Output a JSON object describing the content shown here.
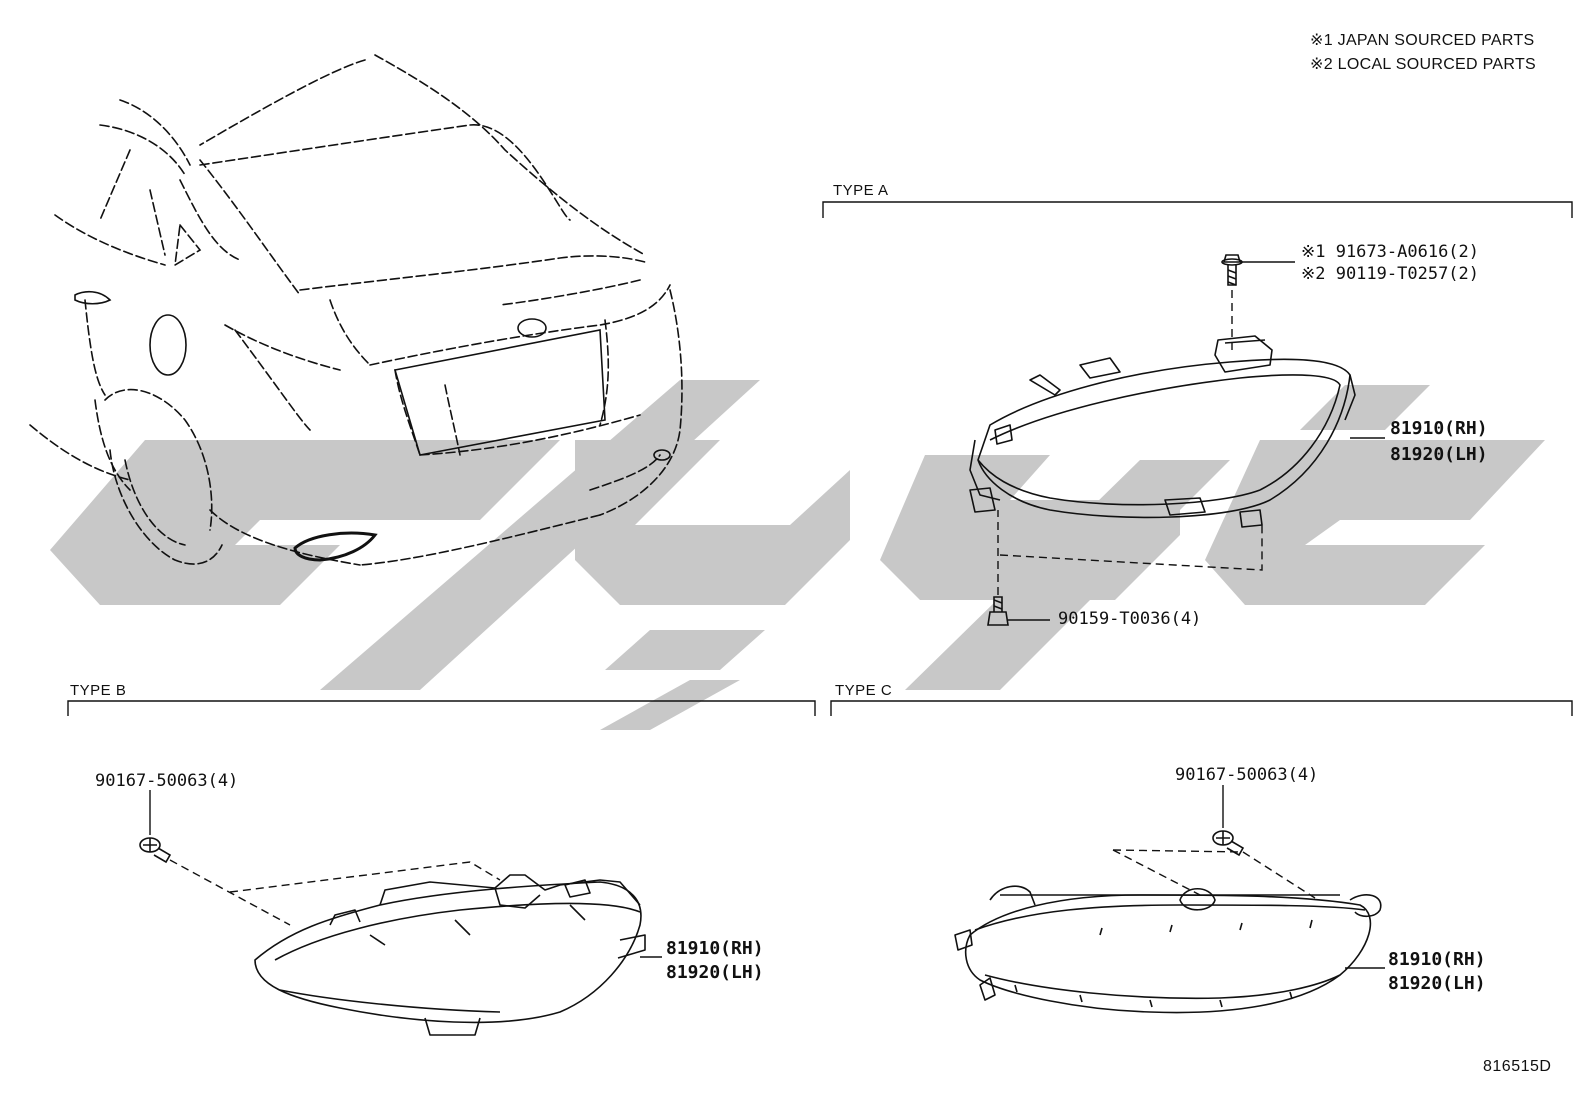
{
  "notes": [
    "※1 JAPAN SOURCED PARTS",
    "※2 LOCAL SOURCED PARTS"
  ],
  "sections": {
    "type_a": {
      "title": "TYPE A",
      "screw_part_1": "※1 91673-A0616(2)",
      "screw_part_2": "※2 90119-T0257(2)",
      "lamp_rh": "81910(RH)",
      "lamp_lh": "81920(LH)",
      "bolt_part": "90159-T0036(4)"
    },
    "type_b": {
      "title": "TYPE B",
      "screw_part": "90167-50063(4)",
      "lamp_rh": "81910(RH)",
      "lamp_lh": "81920(LH)"
    },
    "type_c": {
      "title": "TYPE C",
      "screw_part": "90167-50063(4)",
      "lamp_rh": "81910(RH)",
      "lamp_lh": "81920(LH)"
    }
  },
  "illustration_id": "816515D",
  "colors": {
    "line": "#111111",
    "watermark": "#c8c8c8",
    "background": "#ffffff"
  }
}
